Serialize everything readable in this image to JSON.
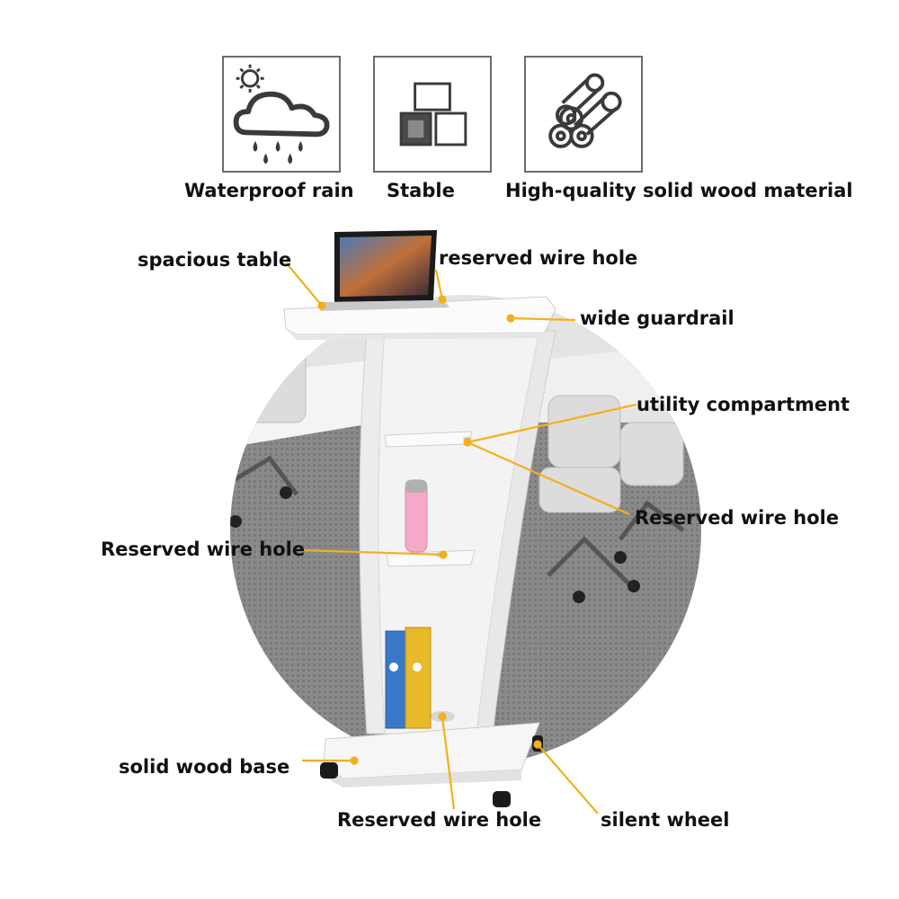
{
  "features": [
    {
      "label": "Waterproof rain",
      "icon": "cloud-rain-sun-icon"
    },
    {
      "label": "Stable",
      "icon": "stacked-blocks-icon"
    },
    {
      "label": "High-quality solid wood material",
      "icon": "wood-logs-icon"
    }
  ],
  "callouts": {
    "spacious_table": "spacious table",
    "reserved_wire_hole_top": "reserved wire hole",
    "wide_guardrail": "wide guardrail",
    "utility_compartment": "utility compartment",
    "reserved_wire_hole_right": "Reserved wire hole",
    "reserved_wire_hole_left": "Reserved wire hole",
    "solid_wood_base": "solid wood base",
    "reserved_wire_hole_bottom": "Reserved wire hole",
    "silent_wheel": "silent wheel"
  },
  "colors": {
    "leader": "#f2b01e",
    "icon_stroke": "#3a3a3a",
    "lectern": "#f7f7f7",
    "book_blue": "#3a78c9",
    "book_yellow": "#e8b928",
    "bottle_pink": "#f4a9c8"
  }
}
